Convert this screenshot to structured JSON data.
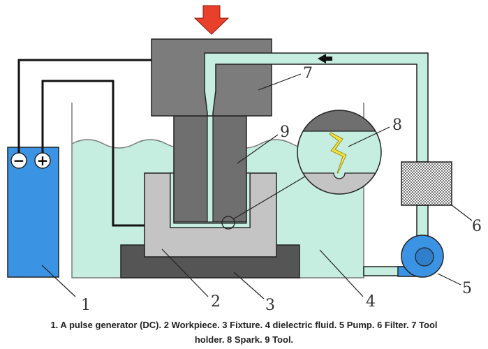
{
  "colors": {
    "fluid": "#c5ede0",
    "line": "#222222",
    "generator": "#3b93e4",
    "tool": "#6f6f6f",
    "holder": "#7c7c7c",
    "workpiece": "#c4c4c4",
    "fixture": "#555555",
    "arrow": "#e8402a",
    "spark": "#f4e23c"
  },
  "labels": {
    "n1": "1",
    "n2": "2",
    "n3": "3",
    "n4": "4",
    "n5": "5",
    "n6": "6",
    "n7": "7",
    "n8": "8",
    "n9": "9",
    "minus": "−",
    "plus": "+"
  },
  "icons": {
    "force_arrow": "arrow-down-icon",
    "flow_arrow": "arrow-left-icon",
    "pump": "pump-icon",
    "filter": "filter-icon"
  },
  "caption": {
    "line1": "1. A pulse generator (DC). 2 Workpiece. 3 Fixture. 4 dielectric fluid. 5 Pump. 6 Filter. 7 Tool",
    "line2": "holder. 8 Spark. 9 Tool."
  }
}
